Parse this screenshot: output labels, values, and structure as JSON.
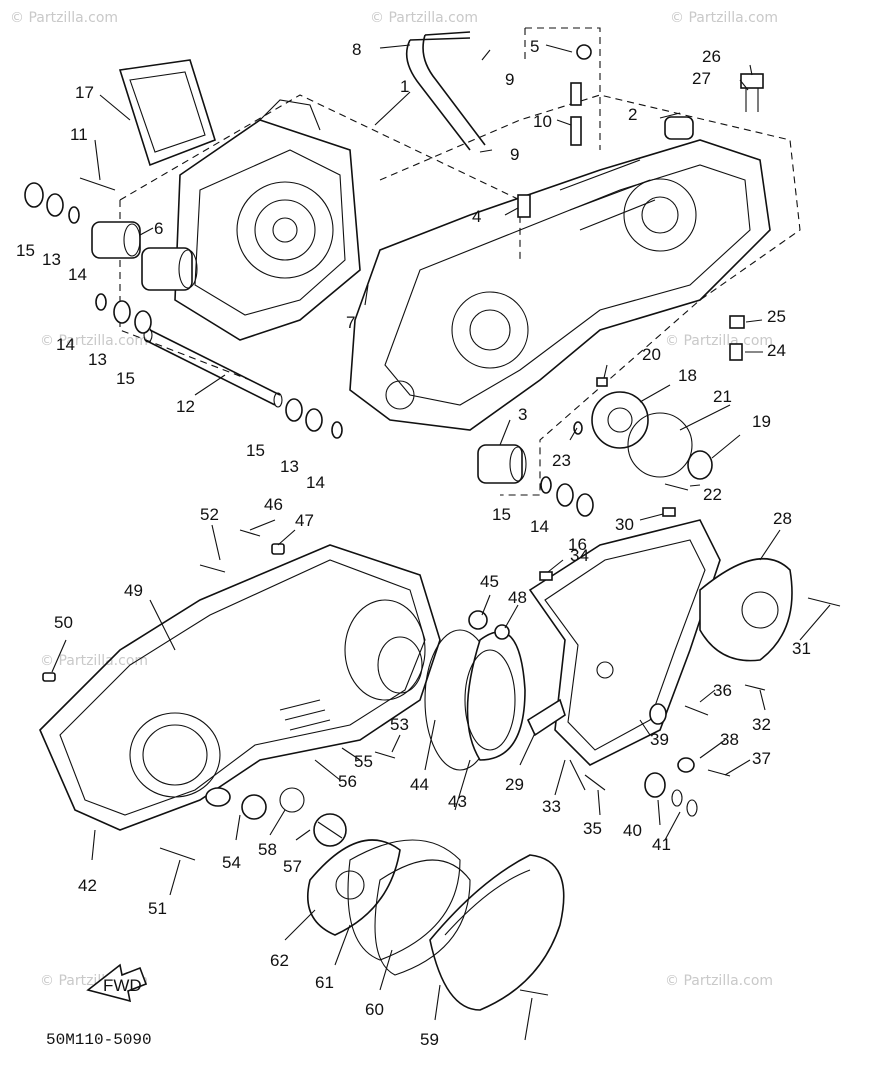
{
  "diagram": {
    "drawing_code": "50M110-5090",
    "fwd_label": "FWD",
    "watermark": "© Partzilla.com",
    "part_labels": [
      "1",
      "2",
      "3",
      "4",
      "5",
      "6",
      "7",
      "8",
      "9",
      "9",
      "10",
      "11",
      "12",
      "13",
      "13",
      "13",
      "14",
      "14",
      "14",
      "14",
      "15",
      "15",
      "15",
      "15",
      "16",
      "17",
      "18",
      "19",
      "20",
      "21",
      "22",
      "23",
      "24",
      "25",
      "26",
      "27",
      "28",
      "29",
      "30",
      "31",
      "32",
      "33",
      "34",
      "35",
      "36",
      "37",
      "38",
      "39",
      "40",
      "41",
      "42",
      "43",
      "44",
      "45",
      "46",
      "47",
      "48",
      "49",
      "50",
      "51",
      "52",
      "53",
      "54",
      "55",
      "56",
      "57",
      "58",
      "59",
      "60",
      "61",
      "62"
    ]
  }
}
